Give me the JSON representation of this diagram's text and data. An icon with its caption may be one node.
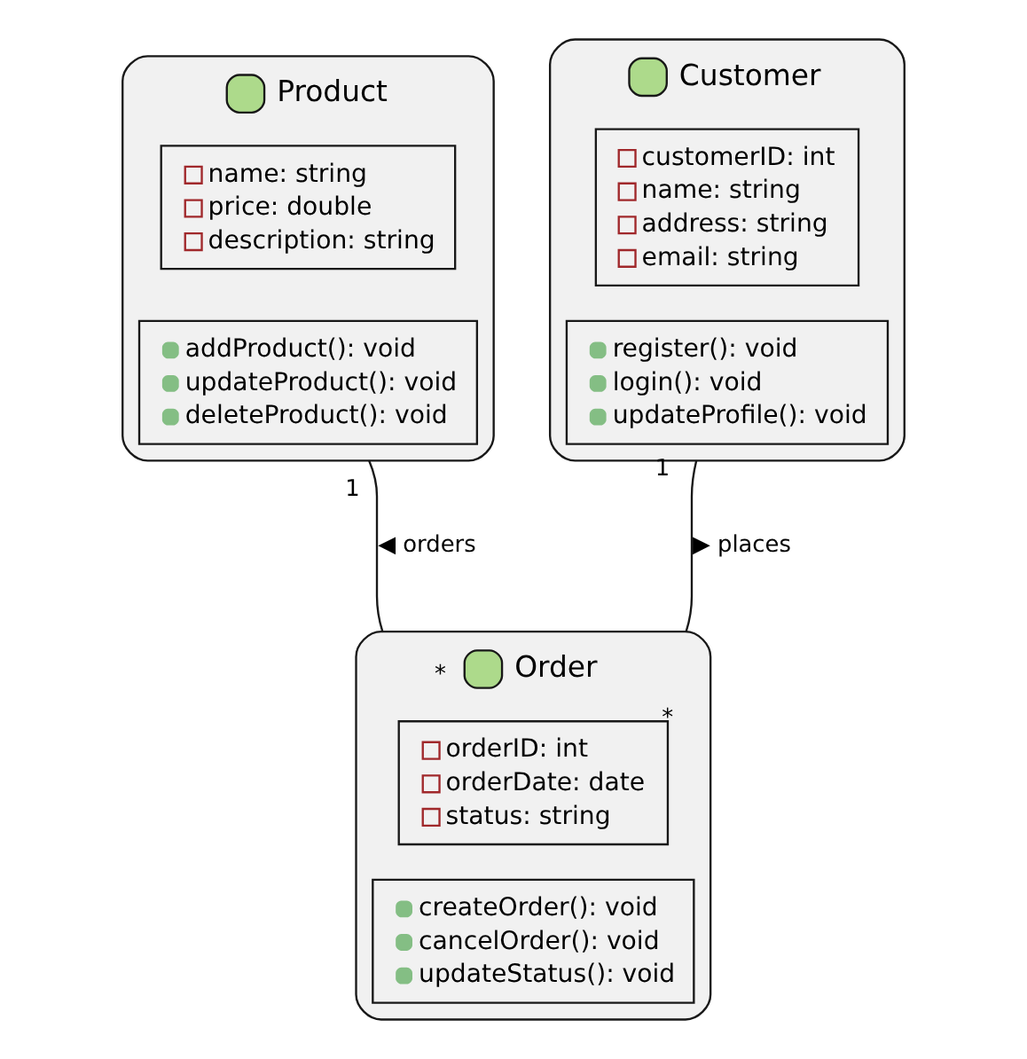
{
  "diagram": {
    "nodes": [
      {
        "text": [
          "Product"
        ]
      },
      {
        "text": [
          "name: string",
          "price: double",
          "description: string"
        ],
        "in": 0
      },
      {
        "text": [
          "addProduct(): void",
          "updateProduct(): void",
          "deleteProduct(): void"
        ],
        "in": 0
      },
      {
        "text": [
          "Customer"
        ]
      },
      {
        "text": [
          "customerID: int",
          "name: string",
          "address: string",
          "email: string"
        ],
        "in": 3
      },
      {
        "text": [
          "register(): void",
          "login(): void",
          "updateProfile(): void"
        ],
        "in": 3
      },
      {
        "text": [
          "Order"
        ]
      },
      {
        "text": [
          "orderID: int",
          "orderDate: date",
          "status: string"
        ],
        "in": 6
      },
      {
        "text": [
          "createOrder(): void",
          "cancelOrder(): void",
          "updateStatus(): void"
        ],
        "in": 6
      }
    ],
    "edges": [
      {
        "from": 0,
        "to": 6,
        "arrow": "none",
        "label": "◀ orders"
      },
      {
        "from": 3,
        "to": 6,
        "arrow": "none",
        "label": "▶ places"
      }
    ],
    "labels": [
      "1",
      "*",
      "1",
      "*"
    ]
  }
}
